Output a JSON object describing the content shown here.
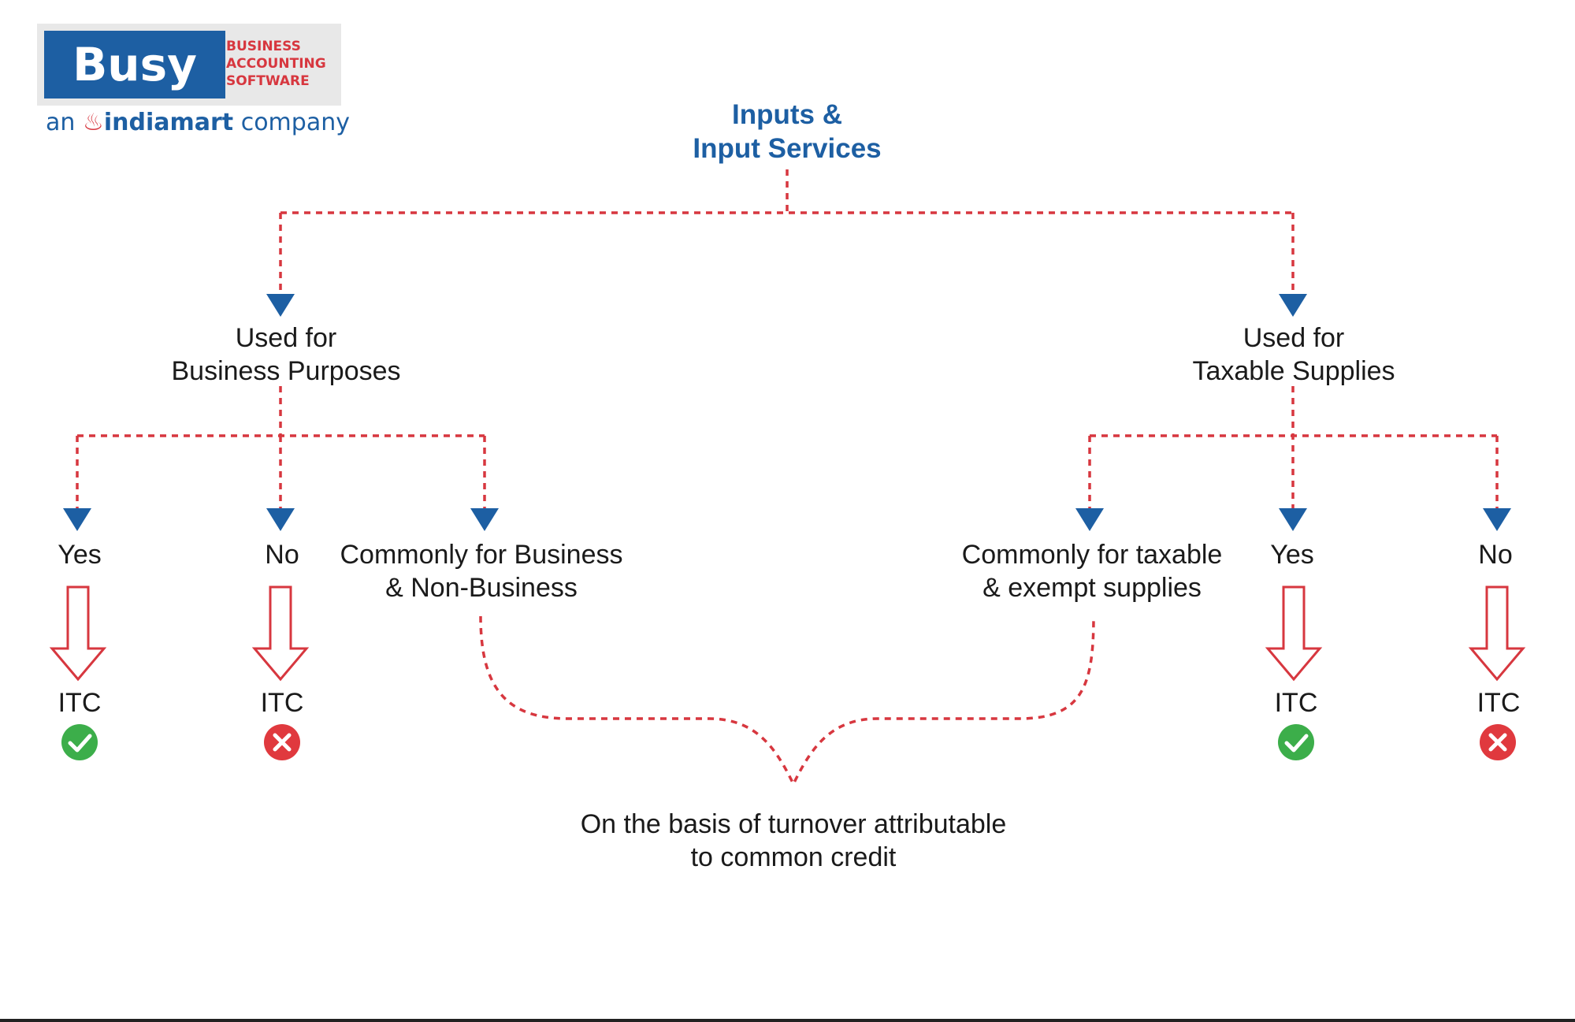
{
  "logo": {
    "brand": "Busy",
    "tagline": "BUSINESS\nACCOUNTING\nSOFTWARE",
    "sub_prefix": "an",
    "sub_brand": "indiamart",
    "sub_suffix": "company"
  },
  "diagram": {
    "root": "Inputs &\nInput Services",
    "branches": {
      "left": {
        "label": "Used for\nBusiness Purposes",
        "options": {
          "yes": "Yes",
          "no": "No",
          "common": "Commonly for Business\n& Non-Business"
        },
        "results": {
          "yes": {
            "label": "ITC",
            "status": "allowed"
          },
          "no": {
            "label": "ITC",
            "status": "not-allowed"
          }
        }
      },
      "right": {
        "label": "Used for\nTaxable Supplies",
        "options": {
          "common": "Commonly for taxable\n& exempt supplies",
          "yes": "Yes",
          "no": "No"
        },
        "results": {
          "yes": {
            "label": "ITC",
            "status": "allowed"
          },
          "no": {
            "label": "ITC",
            "status": "not-allowed"
          }
        }
      }
    },
    "conclusion": "On the basis of turnover attributable\nto common credit"
  },
  "colors": {
    "accent_blue": "#1d5fa3",
    "connector_red": "#d7373f",
    "check_green": "#3cae4a",
    "cross_red": "#e0393e"
  }
}
